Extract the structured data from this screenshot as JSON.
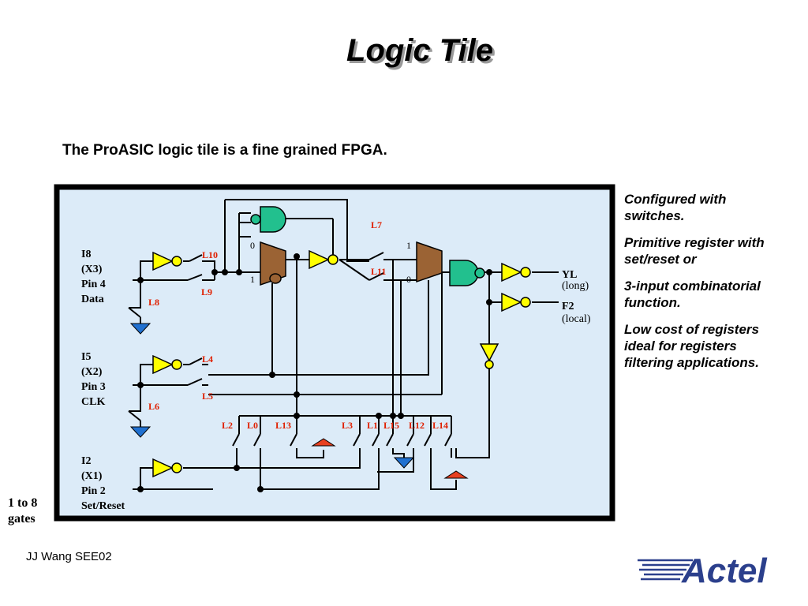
{
  "title": "Logic Tile",
  "subtitle": "The ProASIC logic tile is a fine grained FPGA.",
  "notes": [
    "Configured with switches.",
    "Primitive register with set/reset or",
    "3-input combinatorial function.",
    "Low cost of registers ideal for registers filtering applications."
  ],
  "side_note": [
    "1 to 8",
    "gates"
  ],
  "footer": "JJ Wang SEE02",
  "logo": "Actel",
  "inputs": [
    {
      "line1": "I8",
      "line2": "(X3)",
      "line3": "Pin 4",
      "line4": "Data"
    },
    {
      "line1": "I5",
      "line2": "(X2)",
      "line3": "Pin 3",
      "line4": "CLK"
    },
    {
      "line1": "I2",
      "line2": "(X1)",
      "line3": "Pin 2",
      "line4": "Set/Reset"
    }
  ],
  "outputs": [
    {
      "name": "YL",
      "desc": "(long)"
    },
    {
      "name": "F2",
      "desc": "(local)"
    }
  ],
  "switches": {
    "L0": "L0",
    "L1": "L1",
    "L2": "L2",
    "L3": "L3",
    "L4": "L4",
    "L5": "L5",
    "L6": "L6",
    "L7": "L7",
    "L8": "L8",
    "L9": "L9",
    "L10": "L10",
    "L11": "L11",
    "L12": "L12",
    "L13": "L13",
    "L14": "L14",
    "L15": "L15"
  },
  "mux_inputs": {
    "zero": "0",
    "one": "1"
  },
  "colors": {
    "panel": "#DCEBF8",
    "frame": "#000000",
    "gate_green": "#22C08E",
    "mux_brown": "#9B6334",
    "buffer_yellow": "#FFFF00",
    "ground_blue": "#2070D0",
    "vcc_red": "#E84020",
    "switch_label_red": "#E02000",
    "logo_blue": "#2B3F8C"
  },
  "icons": [
    "buffer-icon",
    "and-gate-icon",
    "mux-icon",
    "switch-icon",
    "ground-icon",
    "vcc-icon",
    "actel-logo"
  ]
}
